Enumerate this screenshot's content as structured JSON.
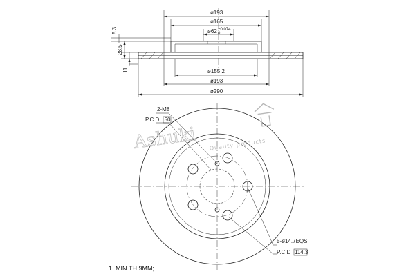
{
  "side_view": {
    "dim_outer_hat_top": "ø193",
    "dim_hat_inner": "ø165",
    "dim_center_bore": "ø62",
    "dim_center_bore_tol": "+0.074",
    "dim_center_bore_tol2": "0",
    "dim_hat_height": "5.3",
    "dim_total_height": "28.5",
    "dim_thickness": "11",
    "dim_inner_band": "ø155.2",
    "dim_outer_hat_bottom": "ø193",
    "dim_disc": "ø290"
  },
  "front_view": {
    "bolt_spec": "2-M8",
    "pcd_label": "P.C.D",
    "pcd_small_value": "50",
    "holes_spec": "5-ø14.7EQS",
    "pcd_large_value": "114.3"
  },
  "notes": {
    "min_thickness": "1. MIN.TH 9MM;"
  },
  "watermark": {
    "brand": "Ashuki",
    "tagline": "Quality products"
  }
}
